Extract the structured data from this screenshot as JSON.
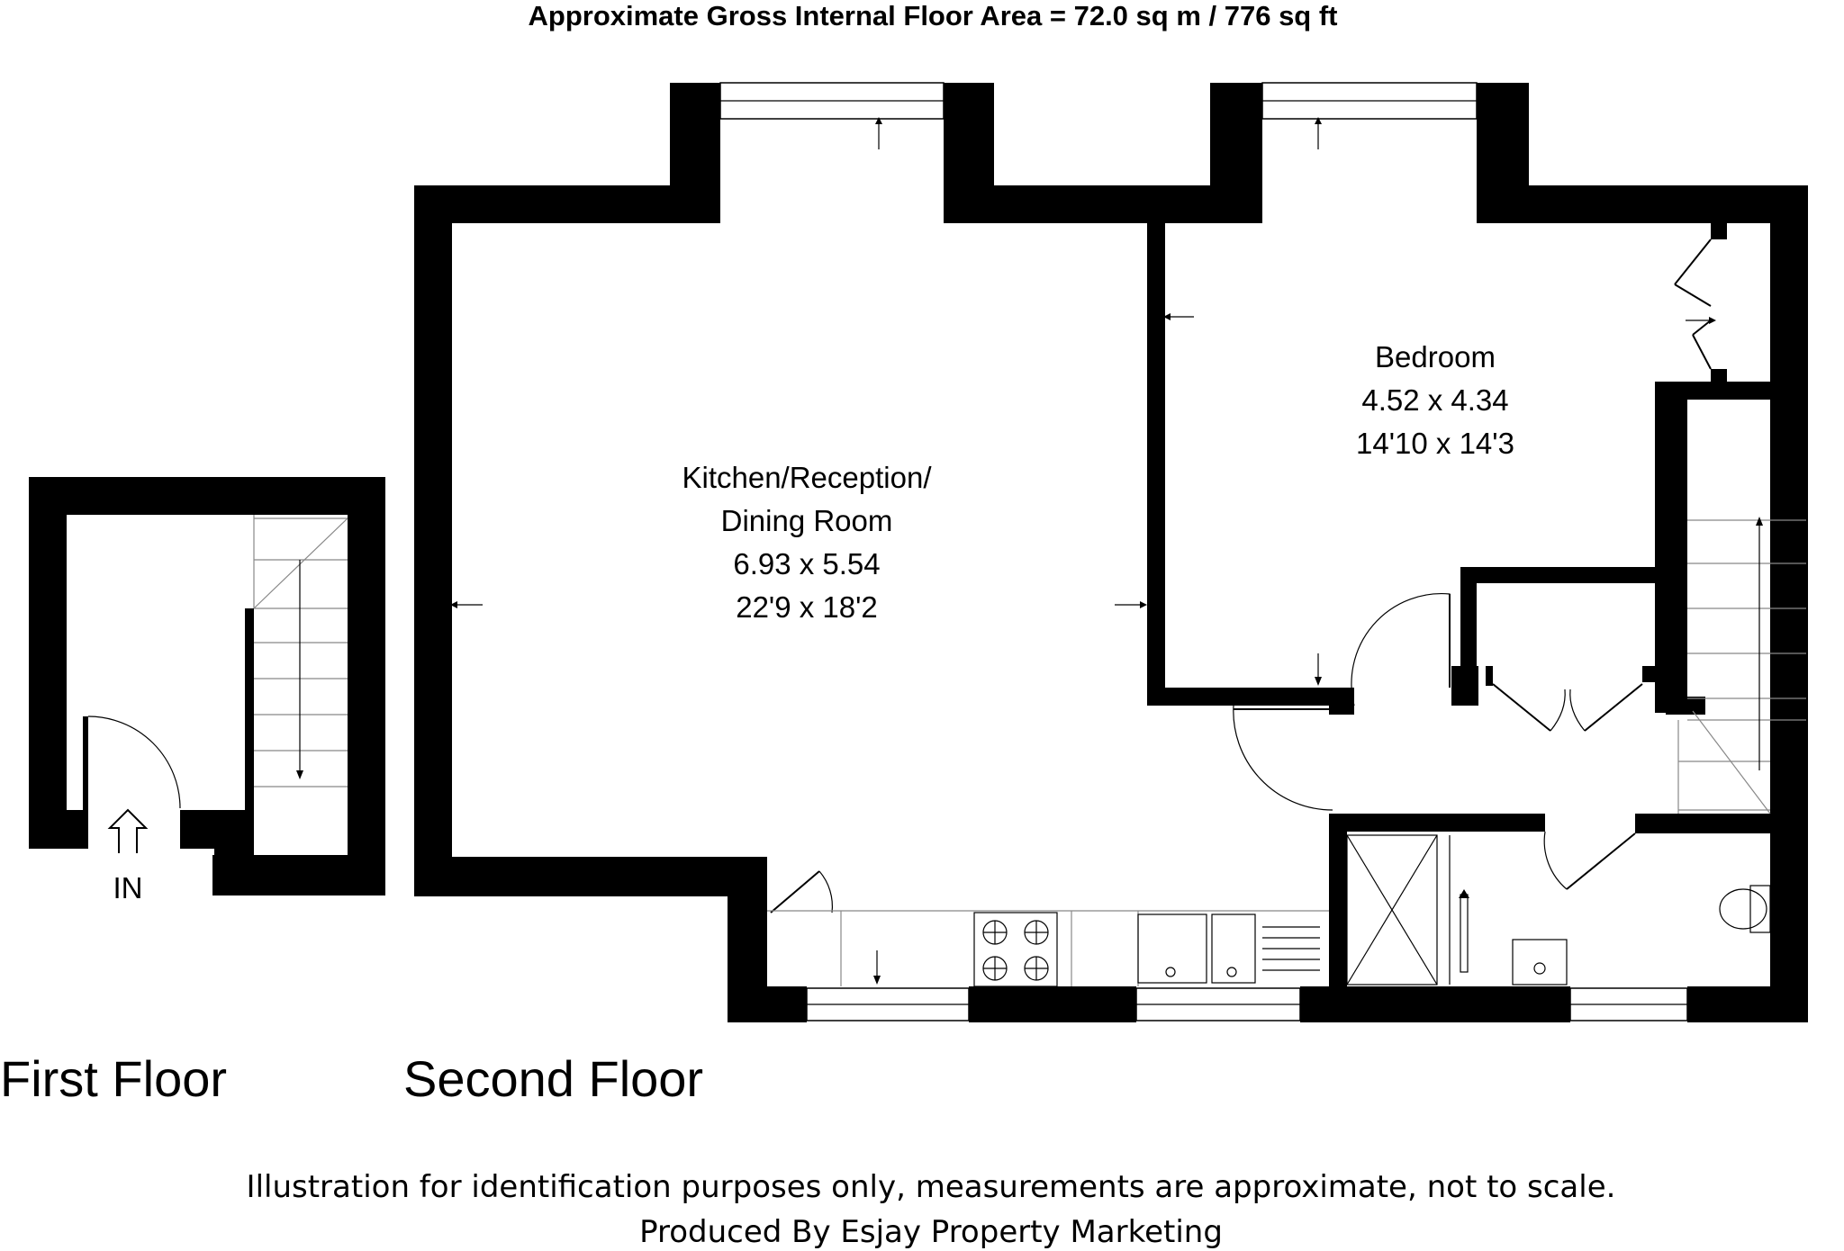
{
  "header": {
    "title": "Approximate Gross Internal Floor Area = 72.0 sq m / 776 sq ft"
  },
  "rooms": {
    "kitchen": {
      "name_line1": "Kitchen/Reception/",
      "name_line2": "Dining Room",
      "metric": "6.93 x 5.54",
      "imperial": "22'9 x 18'2"
    },
    "bedroom": {
      "name": "Bedroom",
      "metric": "4.52 x 4.34",
      "imperial": "14'10 x 14'3"
    }
  },
  "entrance": {
    "label": "IN"
  },
  "floors": {
    "first": "First Floor",
    "second": "Second Floor"
  },
  "footer": {
    "disclaimer": "Illustration for identification purposes only, measurements are approximate, not to scale.",
    "credit": "Produced By Esjay Property Marketing"
  }
}
